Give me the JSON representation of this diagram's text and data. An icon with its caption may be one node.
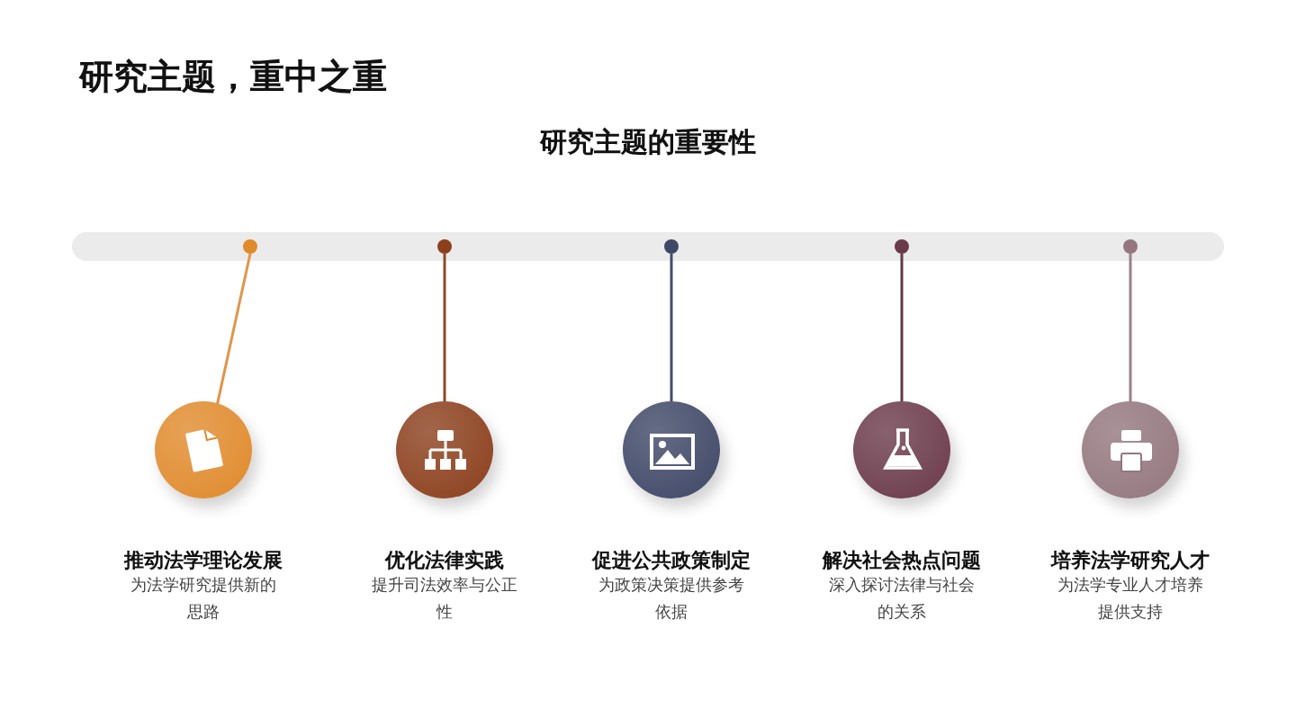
{
  "diagram": {
    "title": "研究主题，重中之重",
    "nodes": [
      {
        "text": [],
        "shape": "circle"
      },
      {
        "text": [],
        "shape": "circle"
      },
      {
        "text": [],
        "shape": "circle"
      },
      {
        "text": [],
        "shape": "circle"
      },
      {
        "text": [],
        "shape": "circle"
      },
      {
        "text": [
          "推动法学理论发展"
        ]
      },
      {
        "text": [
          "优化法律实践"
        ]
      },
      {
        "text": [
          "促进公共政策制定"
        ]
      },
      {
        "text": [
          "解决社会热点问题"
        ]
      },
      {
        "text": [
          "培养法学研究人才"
        ]
      }
    ],
    "edges": [
      {
        "from": 0,
        "to": 5,
        "arrow": "none",
        "color": "#e0954a"
      },
      {
        "from": 1,
        "to": 6,
        "arrow": "none",
        "color": "#8b4a2a"
      },
      {
        "from": 2,
        "to": 7,
        "arrow": "none",
        "color": "#444c68"
      },
      {
        "from": 3,
        "to": 8,
        "arrow": "none",
        "color": "#5e3a48"
      },
      {
        "from": 4,
        "to": 9,
        "arrow": "none",
        "color": "#9a8288"
      }
    ],
    "labels": [
      "研究主题的重要性",
      "为法学研究提供新的思路",
      "提升司法效率与公正性",
      "为政策决策提供参考依据",
      "深入探讨法律与社会的关系",
      "为法学专业人才培养提供支持"
    ]
  }
}
